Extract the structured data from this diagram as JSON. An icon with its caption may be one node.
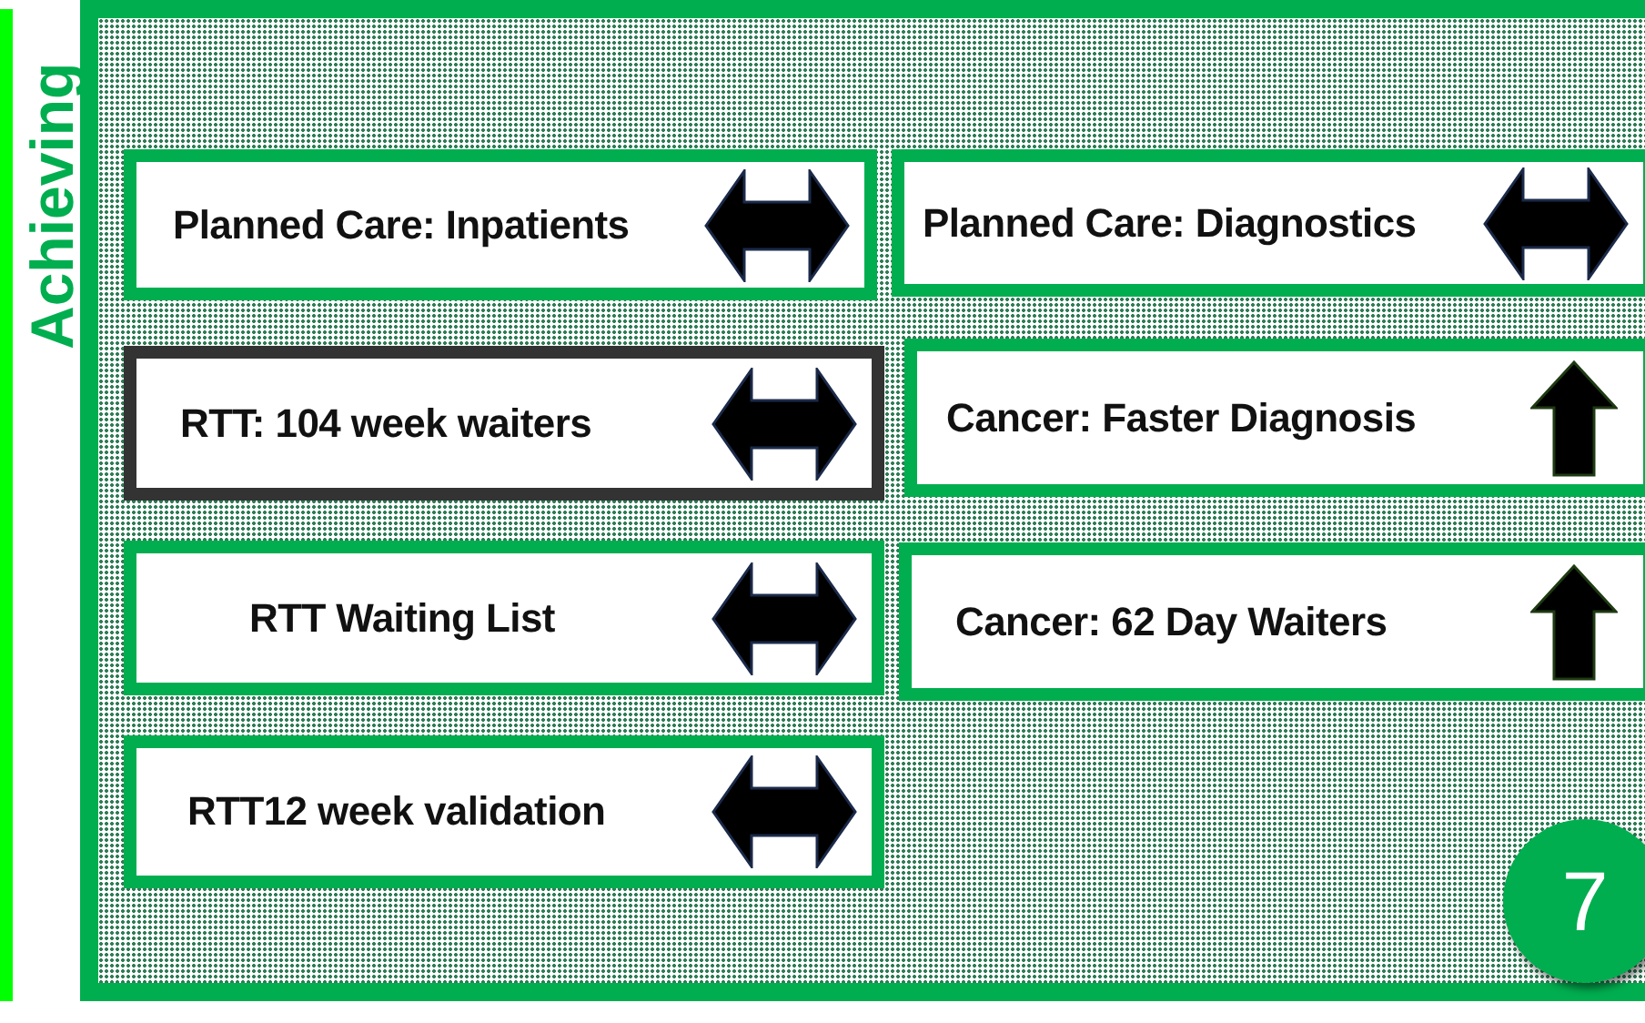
{
  "diagram": {
    "nodes": [
      {
        "text": [
          "Achieving"
        ]
      },
      {
        "text": [
          "Planned Care: Inpatients"
        ],
        "in": 0
      },
      {
        "text": [
          "Planned Care: Diagnostics"
        ],
        "in": 0
      },
      {
        "text": [
          "RTT: 104 week waiters"
        ],
        "in": 0
      },
      {
        "text": [
          "Cancer: Faster Diagnosis"
        ],
        "in": 0
      },
      {
        "text": [
          "RTT Waiting List"
        ],
        "in": 0
      },
      {
        "text": [
          "Cancer: 62 Day Waiters"
        ],
        "in": 0
      },
      {
        "text": [
          "RTT12 week validation"
        ],
        "in": 0
      },
      {
        "text": [
          "7"
        ],
        "in": 0
      }
    ]
  }
}
